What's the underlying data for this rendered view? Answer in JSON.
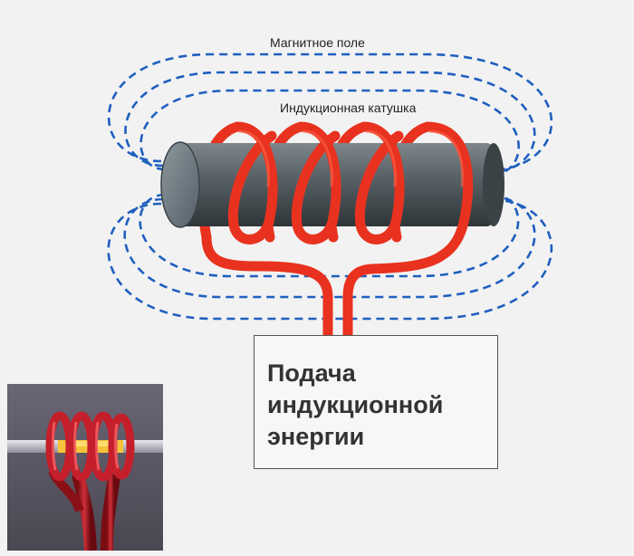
{
  "labels": {
    "magnetic_field": "Магнитное поле",
    "induction_coil": "Индукционная катушка"
  },
  "power_box": {
    "line1": "Подача",
    "line2": "индукционной",
    "line3": "энергии"
  },
  "colors": {
    "field_lines": "#1f5fbf",
    "coil": "#e8321f",
    "rod": "#4a5358",
    "photo_background": "#5d5966"
  }
}
